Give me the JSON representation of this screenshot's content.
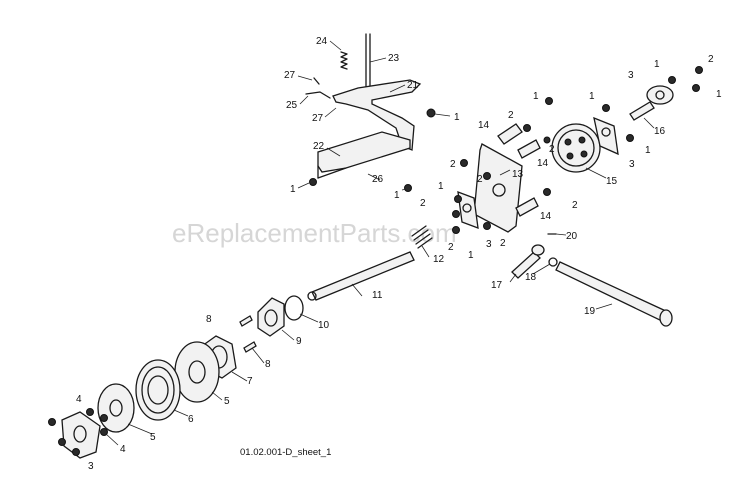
{
  "diagram": {
    "sheet_label": "01.02.001-D_sheet_1",
    "watermark": "eReplacementParts.com",
    "callouts": [
      "1",
      "1",
      "1",
      "1",
      "1",
      "1",
      "1",
      "1",
      "1",
      "1",
      "2",
      "2",
      "2",
      "2",
      "2",
      "2",
      "2",
      "2",
      "2",
      "3",
      "3",
      "3",
      "3",
      "4",
      "4",
      "5",
      "5",
      "6",
      "7",
      "8",
      "8",
      "9",
      "10",
      "11",
      "12",
      "13",
      "14",
      "14",
      "14",
      "15",
      "16",
      "17",
      "18",
      "19",
      "20",
      "21",
      "22",
      "23",
      "24",
      "25",
      "26",
      "27",
      "27"
    ]
  }
}
